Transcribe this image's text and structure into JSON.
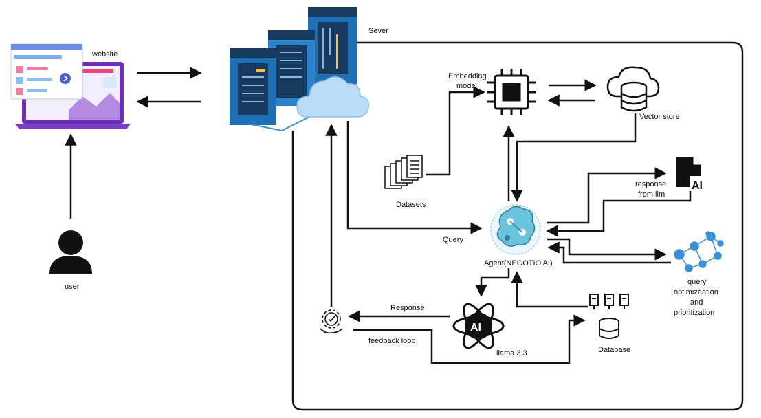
{
  "labels": {
    "website": "website",
    "user": "user",
    "server": "Sever",
    "embedding_model_line1": "Embedding",
    "embedding_model_line2": "model",
    "vector_store": "Vector store",
    "datasets": "Datasets",
    "response_from_llm_line1": "response",
    "response_from_llm_line2": "from llm",
    "query": "Query",
    "agent": "Agent(NEGOTIO AI)",
    "query_opt_line1": "query",
    "query_opt_line2": "optimizaation",
    "query_opt_line3": "and",
    "query_opt_line4": "prioritization",
    "response": "Response",
    "feedback_loop": "feedback loop",
    "llama": "llama 3.3",
    "database": "Database",
    "ai_doc_badge": "AI",
    "llama_badge": "AI"
  },
  "colors": {
    "line": "#111111",
    "server_blue": "#1f6fb5",
    "server_dark": "#173a5e",
    "cloud": "#bcdcf5",
    "laptop_purple": "#7b3fc6",
    "network_blue": "#3b8fd9",
    "agent_teal": "#3aa8c9"
  },
  "icons": [
    "website-laptop-icon",
    "server-rack-icon",
    "cloud-icon",
    "user-icon",
    "chip-icon",
    "database-cloud-icon",
    "datasets-icon",
    "ai-document-icon",
    "agent-brain-icon",
    "network-icon",
    "feedback-gear-icon",
    "llama-atom-icon",
    "database-icon"
  ]
}
